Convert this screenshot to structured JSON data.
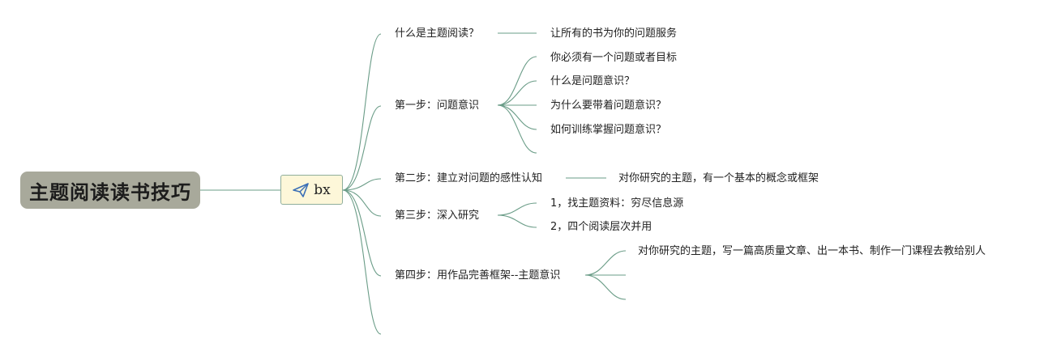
{
  "root": {
    "title": "主题阅读读书技巧"
  },
  "hub": {
    "label": "bx",
    "icon": "paper-plane-icon"
  },
  "colors": {
    "link": "#6a9c87",
    "root_bg": "#a8a99b",
    "hub_bg": "#fdf7d9"
  },
  "branches": [
    {
      "label": "什么是主题阅读？",
      "children": [
        "让所有的书为你的问题服务"
      ]
    },
    {
      "label": "第一步：问题意识",
      "children": [
        "你必须有一个问题或者目标",
        "什么是问题意识？",
        "为什么要带着问题意识？",
        "如何训练掌握问题意识？",
        ""
      ]
    },
    {
      "label": "第二步：建立对问题的感性认知",
      "children": [
        "对你研究的主题，有一个基本的概念或框架"
      ]
    },
    {
      "label": "第三步：深入研究",
      "children": [
        "1，找主题资料：穷尽信息源",
        "2，四个阅读层次并用"
      ]
    },
    {
      "label": "第四步：用作品完善框架--主题意识",
      "children": [
        "对你研究的主题，写一篇高质量文章、出一本书、制作一门课程去教给别人",
        "",
        ""
      ]
    },
    {
      "label": "",
      "children": []
    }
  ]
}
